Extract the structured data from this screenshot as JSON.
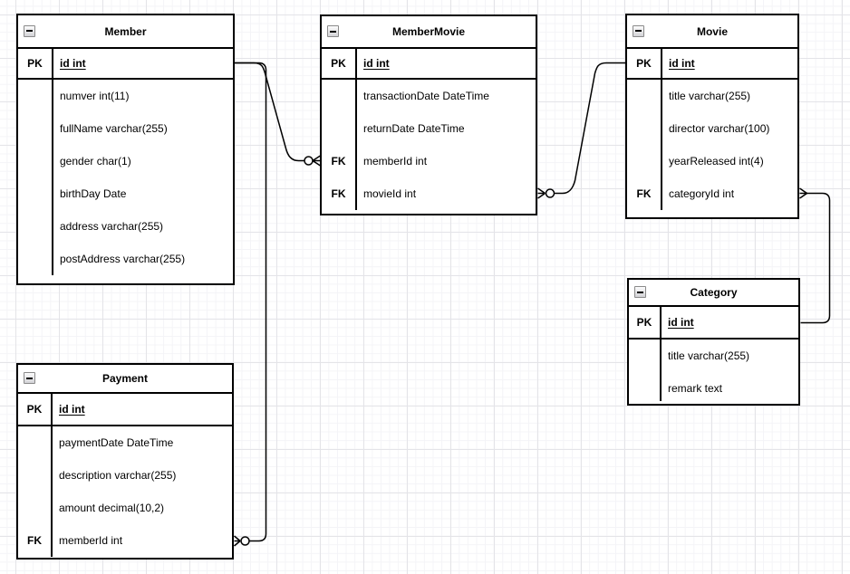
{
  "diagram": {
    "icons": {
      "collapse": "minus-in-box"
    },
    "entities": [
      {
        "title": "Member",
        "pk": {
          "key": "PK",
          "field": "id int"
        },
        "rows": [
          {
            "key": "",
            "field": "numver int(11)"
          },
          {
            "key": "",
            "field": "fullName varchar(255)"
          },
          {
            "key": "",
            "field": "gender char(1)"
          },
          {
            "key": "",
            "field": "birthDay Date"
          },
          {
            "key": "",
            "field": "address varchar(255)"
          },
          {
            "key": "",
            "field": "postAddress varchar(255)"
          }
        ]
      },
      {
        "title": "MemberMovie",
        "pk": {
          "key": "PK",
          "field": "id int"
        },
        "rows": [
          {
            "key": "",
            "field": "transactionDate DateTime"
          },
          {
            "key": "",
            "field": "returnDate DateTime"
          },
          {
            "key": "FK",
            "field": "memberId int"
          },
          {
            "key": "FK",
            "field": "movieId int"
          }
        ]
      },
      {
        "title": "Movie",
        "pk": {
          "key": "PK",
          "field": "id int"
        },
        "rows": [
          {
            "key": "",
            "field": "title varchar(255)"
          },
          {
            "key": "",
            "field": "director varchar(100)"
          },
          {
            "key": "",
            "field": "yearReleased int(4)"
          },
          {
            "key": "FK",
            "field": "categoryId int"
          }
        ]
      },
      {
        "title": "Category",
        "pk": {
          "key": "PK",
          "field": "id int"
        },
        "rows": [
          {
            "key": "",
            "field": "title varchar(255)"
          },
          {
            "key": "",
            "field": "remark text"
          }
        ]
      },
      {
        "title": "Payment",
        "pk": {
          "key": "PK",
          "field": "id int"
        },
        "rows": [
          {
            "key": "",
            "field": "paymentDate DateTime"
          },
          {
            "key": "",
            "field": "description varchar(255)"
          },
          {
            "key": "",
            "field": "amount decimal(10,2)"
          },
          {
            "key": "FK",
            "field": "memberId int"
          }
        ]
      }
    ],
    "relationships": [
      {
        "from": "Member.id",
        "to": "MemberMovie.memberId",
        "end_marker": "zero-or-many-crowfoot"
      },
      {
        "from": "Movie.id",
        "to": "MemberMovie.movieId",
        "end_marker": "zero-or-many-crowfoot"
      },
      {
        "from": "Member.id",
        "to": "Payment.memberId",
        "end_marker": "zero-or-many-crowfoot"
      },
      {
        "from": "Category.id",
        "to": "Movie.categoryId",
        "end_marker": "many-crowfoot"
      }
    ],
    "stroke_color": "#000000",
    "fill_color": "#ffffff"
  }
}
